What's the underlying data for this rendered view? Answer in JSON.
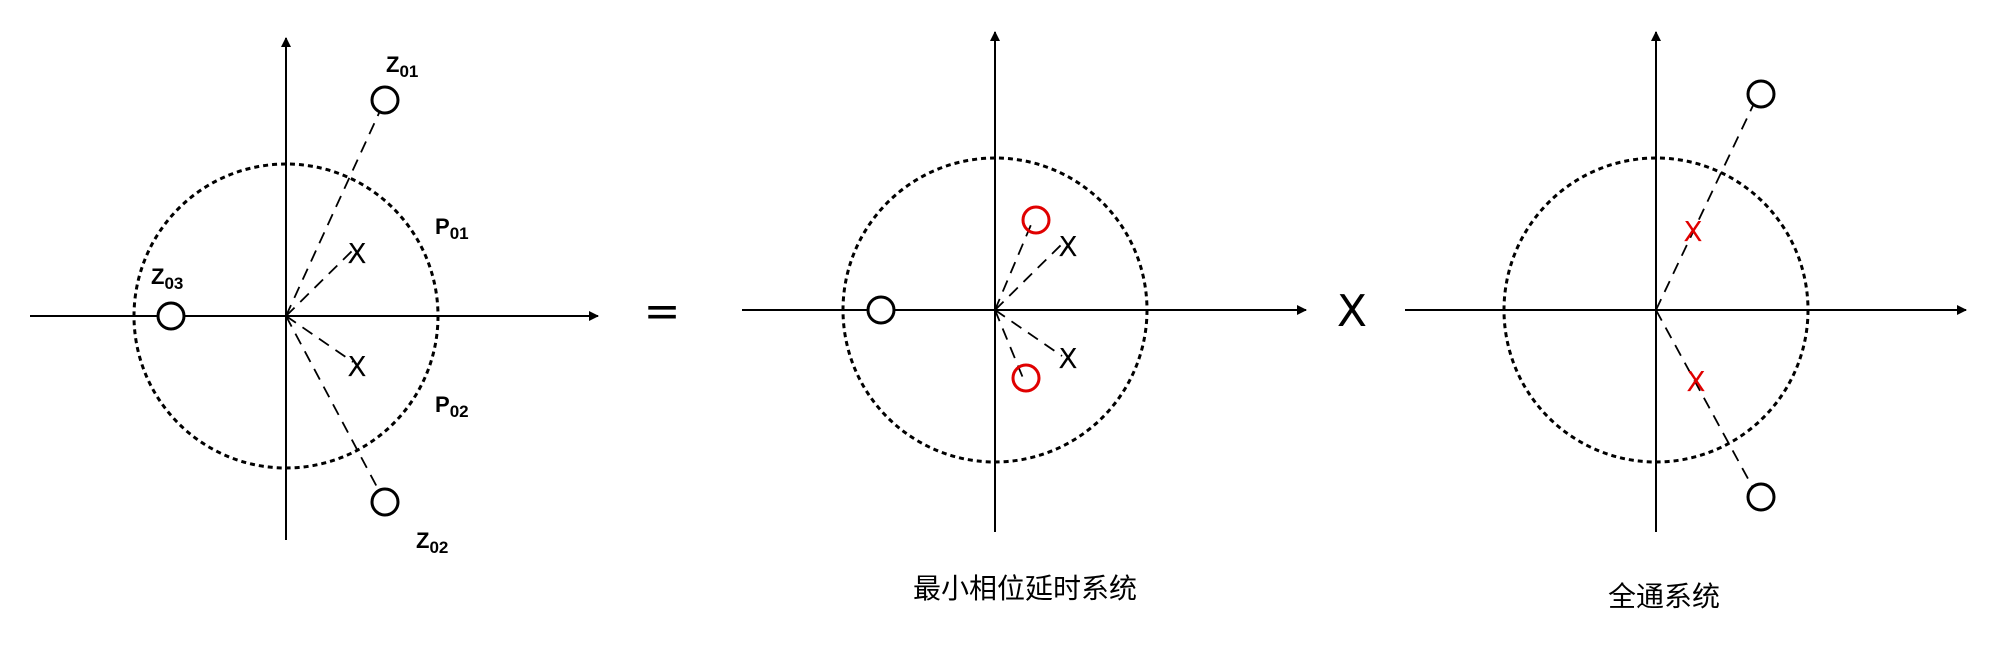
{
  "panels": [
    {
      "labels": {
        "z01": {
          "main": "Z",
          "sub": "01"
        },
        "z02": {
          "main": "Z",
          "sub": "02"
        },
        "z03": {
          "main": "Z",
          "sub": "03"
        },
        "p01": {
          "main": "P",
          "sub": "01"
        },
        "p02": {
          "main": "P",
          "sub": "02"
        }
      },
      "pole_mark": "X"
    },
    {
      "caption": "最小相位延时系统",
      "pole_mark": "X"
    },
    {
      "caption": "全通系统",
      "pole_mark": "X"
    }
  ],
  "operators": {
    "equals": "=",
    "times": "X"
  },
  "colors": {
    "line": "#000000",
    "highlight": "#e00000"
  }
}
